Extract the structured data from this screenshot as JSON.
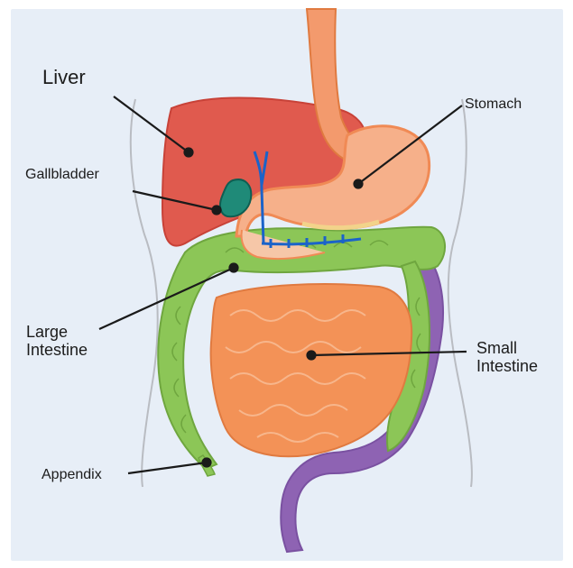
{
  "labels": {
    "liver": "Liver",
    "gallbladder": "Gallbladder",
    "stomach": "Stomach",
    "large_intestine": [
      "Large",
      "Intestine"
    ],
    "small_intestine": [
      "Small",
      "Intestine"
    ],
    "appendix": "Appendix"
  },
  "colors": {
    "background": "#e7eef7",
    "liver": "#e05a4e",
    "gallbladder": "#1f8a78",
    "stomach": "#f6b08a",
    "esophagus": "#f39a6d",
    "large_intestine": "#8cc657",
    "small_intestine": "#f39257",
    "rectum": "#8e63b3",
    "bile_duct": "#1b63c9"
  }
}
